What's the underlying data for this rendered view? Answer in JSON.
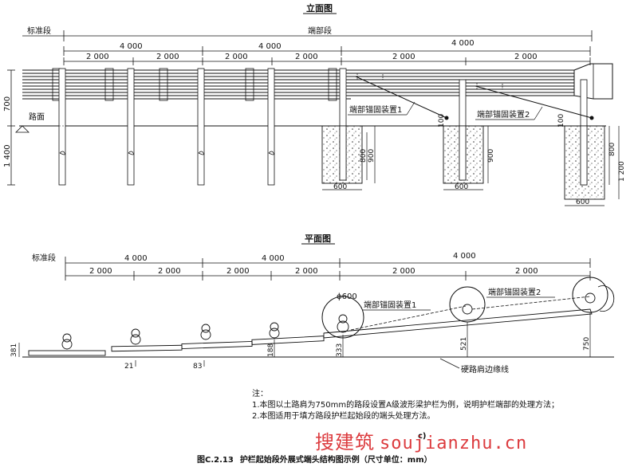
{
  "elevation": {
    "title": "立面图",
    "std_label": "标准段",
    "end_label": "端部段",
    "dims_top": [
      "4 000",
      "4 000",
      "4 000"
    ],
    "dims_sub": [
      "2 000",
      "2 000",
      "2 000",
      "2 000",
      "2 000",
      "2 000"
    ],
    "road_label": "路面",
    "anchor1": "端部锚固装置1",
    "anchor2": "端部锚固装置2",
    "left_dims": [
      "700",
      "1 400"
    ],
    "f1": {
      "dim100": "100",
      "dim800": "800",
      "dim900": "900",
      "w": "600"
    },
    "f2": {
      "dim100": "100",
      "dim900": "900",
      "w": "600"
    },
    "f3": {
      "dim800": "800",
      "dim1200": "1 200",
      "w": "600"
    }
  },
  "plan": {
    "title": "平面图",
    "std_label": "标准段",
    "dims_top": [
      "4 000",
      "4 000",
      "4 000"
    ],
    "dims_sub": [
      "2 000",
      "2 000",
      "2 000",
      "2 000",
      "2 000",
      "2 000"
    ],
    "phi": "ϕ600",
    "anchor1": "端部锚固装置1",
    "anchor2": "端部锚固装置2",
    "offsets": [
      "381",
      "21",
      "83",
      "188",
      "333",
      "521",
      "750"
    ],
    "edge_label": "硬路肩边缘线"
  },
  "notes": {
    "heading": "注：",
    "items": [
      "1.本图以土路肩为750mm的路段设置A级波形梁护栏为例，说明护栏端部的处理方法；",
      "2.本图适用于填方路段护栏起始段的端头处理方法。"
    ]
  },
  "sublabel": "c)",
  "caption": {
    "number": "图C.2.13",
    "text": "护栏起始段外展式端头结构图示例（尺寸单位：mm）"
  },
  "watermark": {
    "cn": "搜建筑",
    "url": "soujianzhu.cn"
  }
}
